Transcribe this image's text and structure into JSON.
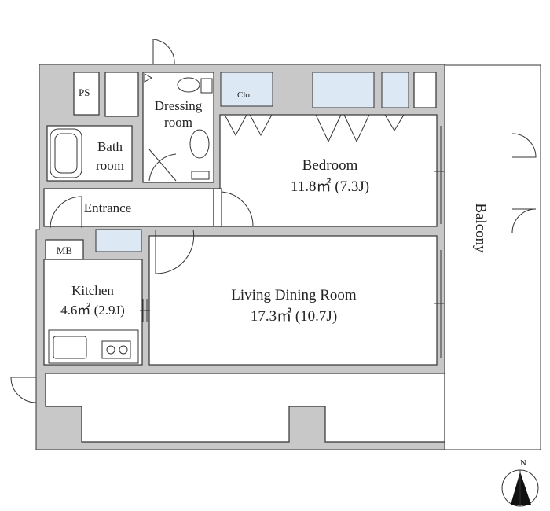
{
  "rooms": {
    "bedroom": {
      "name": "Bedroom",
      "area": "11.8㎡ (7.3J)"
    },
    "living": {
      "name": "Living Dining Room",
      "area": "17.3㎡ (10.7J)"
    },
    "kitchen": {
      "name": "Kitchen",
      "area": "4.6㎡ (2.9J)"
    },
    "bath_line1": "Bath",
    "bath_line2": "room",
    "dressing_line1": "Dressing",
    "dressing_line2": "room",
    "entrance": "Entrance",
    "balcony": "Balcony",
    "ps": "PS",
    "mb": "MB",
    "closet": "Clo."
  },
  "compass": {
    "north_label": "N"
  },
  "colors": {
    "wall": "#c8c8c8",
    "closet": "#dce9f4",
    "line": "#333333"
  }
}
